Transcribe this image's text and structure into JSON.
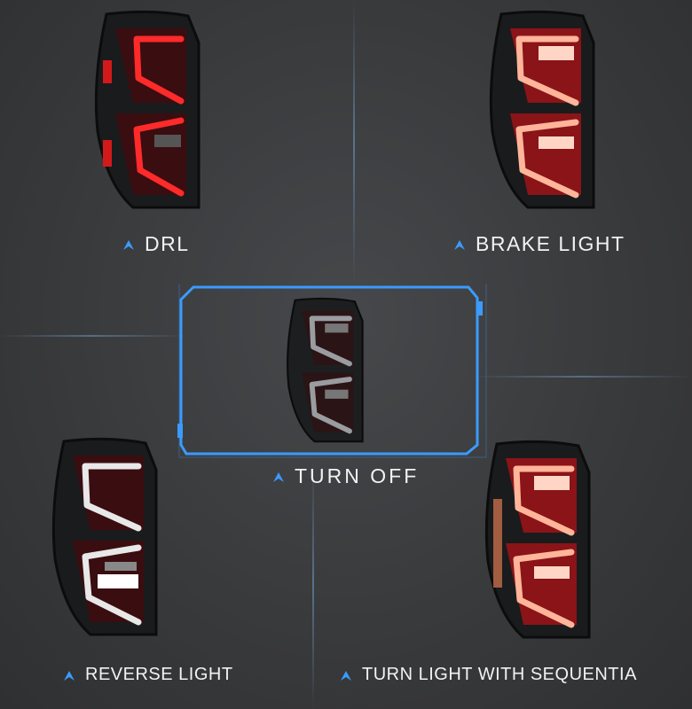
{
  "watermark": "",
  "colors": {
    "accent": "#3b9bff",
    "drl_red": "#ff2a2a",
    "brake_amber": "#ffb59a",
    "reverse_white": "#e8e8e8",
    "off_grey": "#9a9ca0"
  },
  "panels": [
    {
      "id": "drl",
      "label": "DRL",
      "state": "drl"
    },
    {
      "id": "brake",
      "label": "BRAKE LIGHT",
      "state": "brake"
    },
    {
      "id": "off",
      "label": "TURN OFF",
      "state": "off"
    },
    {
      "id": "reverse",
      "label": "REVERSE LIGHT",
      "state": "reverse"
    },
    {
      "id": "turn",
      "label": "TURN LIGHT WITH SEQUENTIA",
      "state": "turn"
    }
  ],
  "icons": {
    "caption_marker": "chevron-up-icon"
  }
}
